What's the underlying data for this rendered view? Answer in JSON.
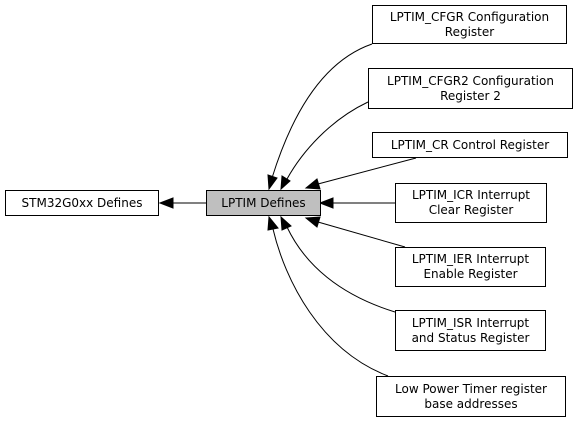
{
  "nodes": {
    "parent": {
      "lines": [
        "STM32G0xx Defines"
      ]
    },
    "current": {
      "lines": [
        "LPTIM Defines"
      ]
    },
    "children": [
      {
        "lines": [
          "LPTIM_CFGR Configuration",
          "Register"
        ]
      },
      {
        "lines": [
          "LPTIM_CFGR2 Configuration",
          "Register 2"
        ]
      },
      {
        "lines": [
          "LPTIM_CR Control Register"
        ]
      },
      {
        "lines": [
          "LPTIM_ICR Interrupt",
          "Clear Register"
        ]
      },
      {
        "lines": [
          "LPTIM_IER Interrupt",
          "Enable Register"
        ]
      },
      {
        "lines": [
          "LPTIM_ISR Interrupt",
          "and Status Register"
        ]
      },
      {
        "lines": [
          "Low Power Timer register",
          "base addresses"
        ]
      }
    ]
  },
  "colors": {
    "current_fill": "#bfbfbf",
    "node_fill": "#ffffff",
    "stroke": "#000000"
  }
}
